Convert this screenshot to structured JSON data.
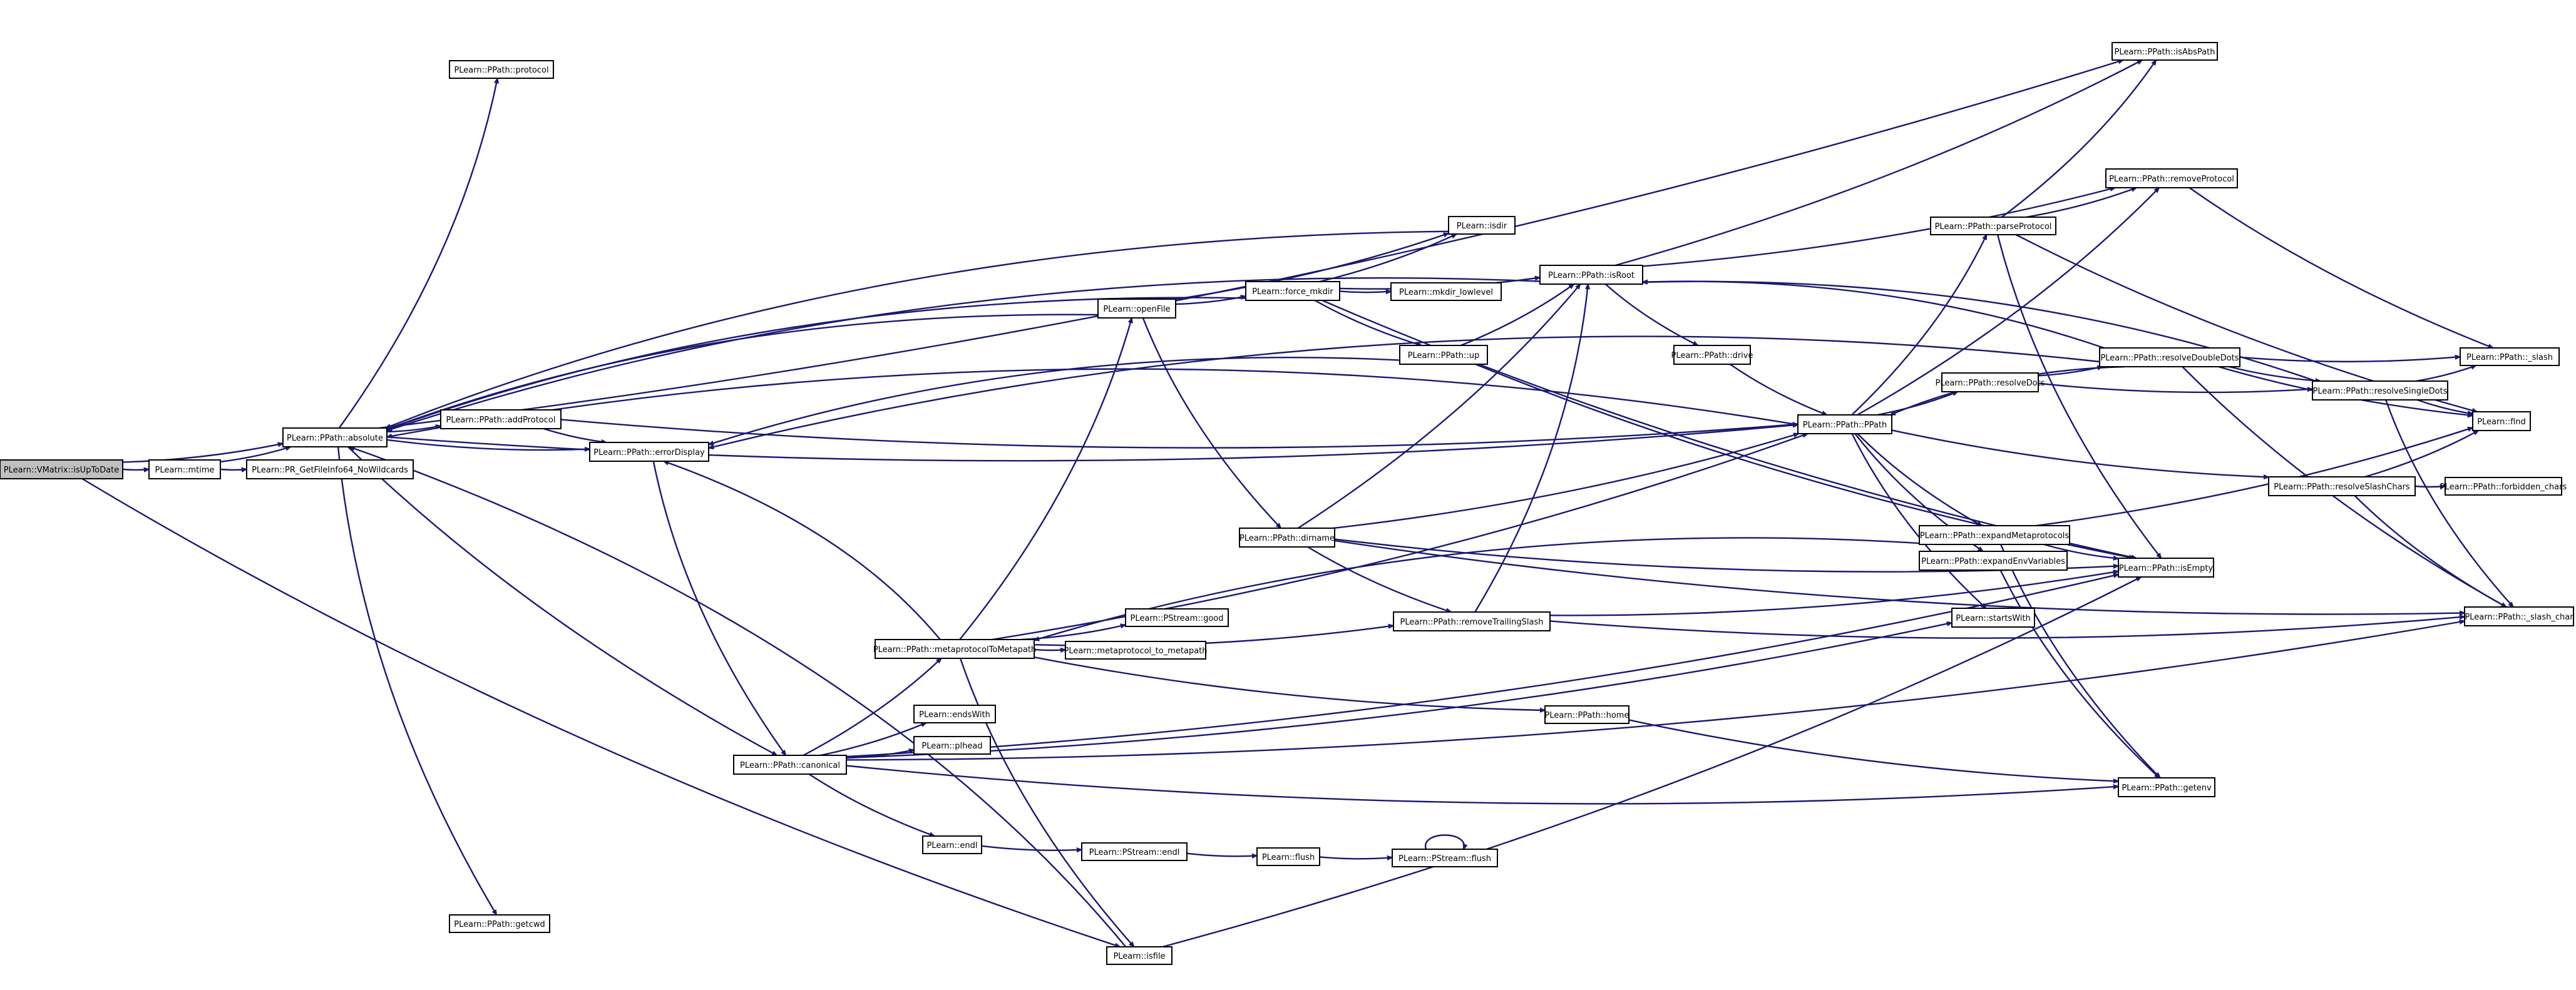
{
  "colors": {
    "edge": "#191970",
    "root_fill": "#bfbfbf",
    "node_fill": "#ffffff",
    "border": "#000000"
  },
  "nodes": [
    {
      "id": "n0",
      "label": "PLearn::VMatrix::isUpToDate",
      "root": true
    },
    {
      "id": "n1",
      "label": "PLearn::mtime"
    },
    {
      "id": "n2",
      "label": "PLearn::PPath::absolute"
    },
    {
      "id": "n3",
      "label": "PLearn::PR_GetFileInfo64_NoWildcards"
    },
    {
      "id": "n4",
      "label": "PLearn::PPath::protocol"
    },
    {
      "id": "n5",
      "label": "PLearn::PPath::addProtocol"
    },
    {
      "id": "n6",
      "label": "PLearn::PPath::errorDisplay"
    },
    {
      "id": "n7",
      "label": "PLearn::PPath::getcwd"
    },
    {
      "id": "n8",
      "label": "PLearn::PPath::canonical"
    },
    {
      "id": "n9",
      "label": "PLearn::PPath::metaprotocolToMetapath"
    },
    {
      "id": "n10",
      "label": "PLearn::endsWith"
    },
    {
      "id": "n11",
      "label": "PLearn::plhead"
    },
    {
      "id": "n12",
      "label": "PLearn::endl"
    },
    {
      "id": "n13",
      "label": "PLearn::PStream::good"
    },
    {
      "id": "n14",
      "label": "PLearn::metaprotocol_to_metapath"
    },
    {
      "id": "n15",
      "label": "PLearn::PStream::endl"
    },
    {
      "id": "n16",
      "label": "PLearn::flush"
    },
    {
      "id": "n17",
      "label": "PLearn::PStream::flush"
    },
    {
      "id": "n18",
      "label": "PLearn::isfile"
    },
    {
      "id": "n19",
      "label": "PLearn::openFile"
    },
    {
      "id": "n20",
      "label": "PLearn::isdir"
    },
    {
      "id": "n21",
      "label": "PLearn::force_mkdir"
    },
    {
      "id": "n22",
      "label": "PLearn::mkdir_lowlevel"
    },
    {
      "id": "n23",
      "label": "PLearn::PPath::up"
    },
    {
      "id": "n24",
      "label": "PLearn::PPath::dirname"
    },
    {
      "id": "n25",
      "label": "PLearn::PPath::removeTrailingSlash"
    },
    {
      "id": "n26",
      "label": "PLearn::PPath::home"
    },
    {
      "id": "n27",
      "label": "PLearn::PPath::isRoot"
    },
    {
      "id": "n28",
      "label": "PLearn::PPath::drive"
    },
    {
      "id": "n29",
      "label": "PLearn::PPath::PPath"
    },
    {
      "id": "n30",
      "label": "PLearn::PPath::isAbsPath"
    },
    {
      "id": "n31",
      "label": "PLearn::PPath::removeProtocol"
    },
    {
      "id": "n32",
      "label": "PLearn::PPath::parseProtocol"
    },
    {
      "id": "n33",
      "label": "PLearn::PPath::resolveDots"
    },
    {
      "id": "n34",
      "label": "PLearn::PPath::resolveDoubleDots"
    },
    {
      "id": "n35",
      "label": "PLearn::PPath::resolveSingleDots"
    },
    {
      "id": "n36",
      "label": "PLearn::PPath::expandMetaprotocols"
    },
    {
      "id": "n37",
      "label": "PLearn::PPath::expandEnvVariables"
    },
    {
      "id": "n38",
      "label": "PLearn::PPath::resolveSlashChars"
    },
    {
      "id": "n39",
      "label": "PLearn::startsWith"
    },
    {
      "id": "n40",
      "label": "PLearn::PPath::isEmpty"
    },
    {
      "id": "n41",
      "label": "PLearn::PPath::getenv"
    },
    {
      "id": "n42",
      "label": "PLearn::PPath::_slash"
    },
    {
      "id": "n43",
      "label": "PLearn::find"
    },
    {
      "id": "n44",
      "label": "PLearn::PPath::forbidden_chars"
    },
    {
      "id": "n45",
      "label": "PLearn::PPath::_slash_char"
    }
  ],
  "edges": [
    [
      "n0",
      "n1"
    ],
    [
      "n0",
      "n2"
    ],
    [
      "n0",
      "n18"
    ],
    [
      "n1",
      "n2"
    ],
    [
      "n1",
      "n3"
    ],
    [
      "n2",
      "n4"
    ],
    [
      "n2",
      "n5"
    ],
    [
      "n2",
      "n6"
    ],
    [
      "n2",
      "n7"
    ],
    [
      "n2",
      "n8"
    ],
    [
      "n2",
      "n29"
    ],
    [
      "n2",
      "n30"
    ],
    [
      "n5",
      "n6"
    ],
    [
      "n5",
      "n29"
    ],
    [
      "n6",
      "n8"
    ],
    [
      "n8",
      "n9"
    ],
    [
      "n8",
      "n10"
    ],
    [
      "n8",
      "n11"
    ],
    [
      "n8",
      "n12"
    ],
    [
      "n8",
      "n39"
    ],
    [
      "n8",
      "n40"
    ],
    [
      "n8",
      "n41"
    ],
    [
      "n8",
      "n45"
    ],
    [
      "n9",
      "n13"
    ],
    [
      "n9",
      "n14"
    ],
    [
      "n9",
      "n6"
    ],
    [
      "n9",
      "n19"
    ],
    [
      "n9",
      "n18"
    ],
    [
      "n9",
      "n26"
    ],
    [
      "n9",
      "n29"
    ],
    [
      "n9",
      "n25"
    ],
    [
      "n12",
      "n15"
    ],
    [
      "n15",
      "n16"
    ],
    [
      "n16",
      "n17"
    ],
    [
      "n17",
      "n17"
    ],
    [
      "n18",
      "n2"
    ],
    [
      "n18",
      "n40"
    ],
    [
      "n19",
      "n2"
    ],
    [
      "n19",
      "n20"
    ],
    [
      "n19",
      "n21"
    ],
    [
      "n19",
      "n24"
    ],
    [
      "n20",
      "n2"
    ],
    [
      "n21",
      "n2"
    ],
    [
      "n21",
      "n20"
    ],
    [
      "n21",
      "n22"
    ],
    [
      "n21",
      "n23"
    ],
    [
      "n21",
      "n27"
    ],
    [
      "n21",
      "n40"
    ],
    [
      "n23",
      "n27"
    ],
    [
      "n23",
      "n6"
    ],
    [
      "n23",
      "n40"
    ],
    [
      "n24",
      "n27"
    ],
    [
      "n24",
      "n25"
    ],
    [
      "n24",
      "n29"
    ],
    [
      "n24",
      "n40"
    ],
    [
      "n24",
      "n45"
    ],
    [
      "n25",
      "n27"
    ],
    [
      "n25",
      "n40"
    ],
    [
      "n25",
      "n45"
    ],
    [
      "n26",
      "n41"
    ],
    [
      "n27",
      "n28"
    ],
    [
      "n27",
      "n2"
    ],
    [
      "n27",
      "n30"
    ],
    [
      "n27",
      "n31"
    ],
    [
      "n28",
      "n29"
    ],
    [
      "n29",
      "n2"
    ],
    [
      "n29",
      "n32"
    ],
    [
      "n29",
      "n33"
    ],
    [
      "n29",
      "n36"
    ],
    [
      "n29",
      "n37"
    ],
    [
      "n29",
      "n38"
    ],
    [
      "n29",
      "n39"
    ],
    [
      "n29",
      "n31"
    ],
    [
      "n32",
      "n30"
    ],
    [
      "n32",
      "n31"
    ],
    [
      "n32",
      "n40"
    ],
    [
      "n32",
      "n43"
    ],
    [
      "n33",
      "n34"
    ],
    [
      "n33",
      "n35"
    ],
    [
      "n34",
      "n42"
    ],
    [
      "n34",
      "n43"
    ],
    [
      "n34",
      "n35"
    ],
    [
      "n34",
      "n27"
    ],
    [
      "n34",
      "n29"
    ],
    [
      "n34",
      "n45"
    ],
    [
      "n34",
      "n6"
    ],
    [
      "n35",
      "n42"
    ],
    [
      "n35",
      "n43"
    ],
    [
      "n35",
      "n27"
    ],
    [
      "n35",
      "n45"
    ],
    [
      "n36",
      "n9"
    ],
    [
      "n36",
      "n43"
    ],
    [
      "n36",
      "n40"
    ],
    [
      "n36",
      "n41"
    ],
    [
      "n37",
      "n41"
    ],
    [
      "n38",
      "n43"
    ],
    [
      "n38",
      "n44"
    ],
    [
      "n38",
      "n45"
    ],
    [
      "n31",
      "n42"
    ]
  ]
}
